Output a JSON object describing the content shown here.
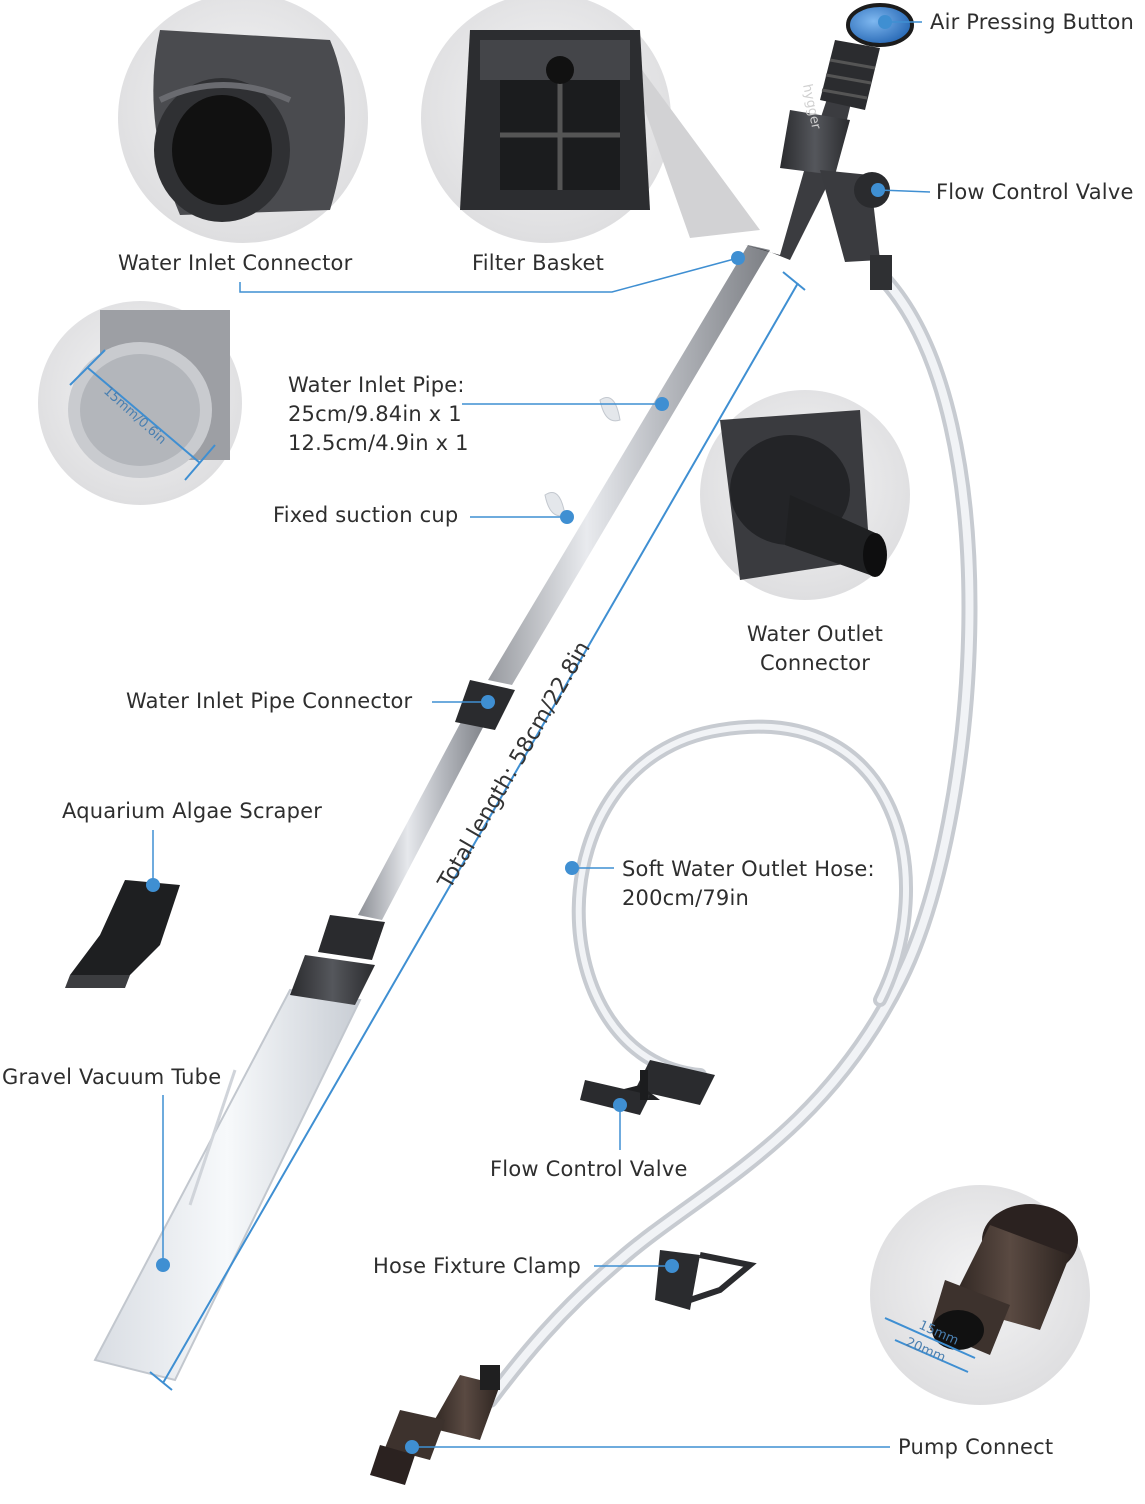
{
  "labels": {
    "air_pressing_button": "Air Pressing Button",
    "flow_control_valve_top": "Flow Control Valve",
    "water_inlet_connector": "Water Inlet Connector",
    "filter_basket": "Filter Basket",
    "water_inlet_pipe_title": "Water Inlet Pipe:",
    "water_inlet_pipe_line1": "25cm/9.84in x 1",
    "water_inlet_pipe_line2": "12.5cm/4.9in x 1",
    "fixed_suction_cup": "Fixed suction cup",
    "water_outlet_connector_line1": "Water Outlet",
    "water_outlet_connector_line2": "Connector",
    "water_inlet_pipe_connector": "Water Inlet Pipe Connector",
    "aquarium_algae_scraper": "Aquarium Algae Scraper",
    "soft_hose_line1": "Soft Water Outlet Hose:",
    "soft_hose_line2": "200cm/79in",
    "gravel_vacuum_tube": "Gravel Vacuum Tube",
    "flow_control_valve_bottom": "Flow Control Valve",
    "hose_fixture_clamp": "Hose Fixture Clamp",
    "pump_connect": "Pump Connect"
  },
  "dimensions": {
    "total_length": "Total length: 58cm/22.8in",
    "pipe_diameter": "15mm/0.6in",
    "inner_diameter": "15mm",
    "outer_diameter": "20mm"
  },
  "logo_text": "hygger",
  "colors": {
    "accent": "#3f8fd2",
    "leader": "#3f8fd2",
    "dark_part": "#3a3b3e",
    "circle_bg": "#e9e9ea"
  }
}
